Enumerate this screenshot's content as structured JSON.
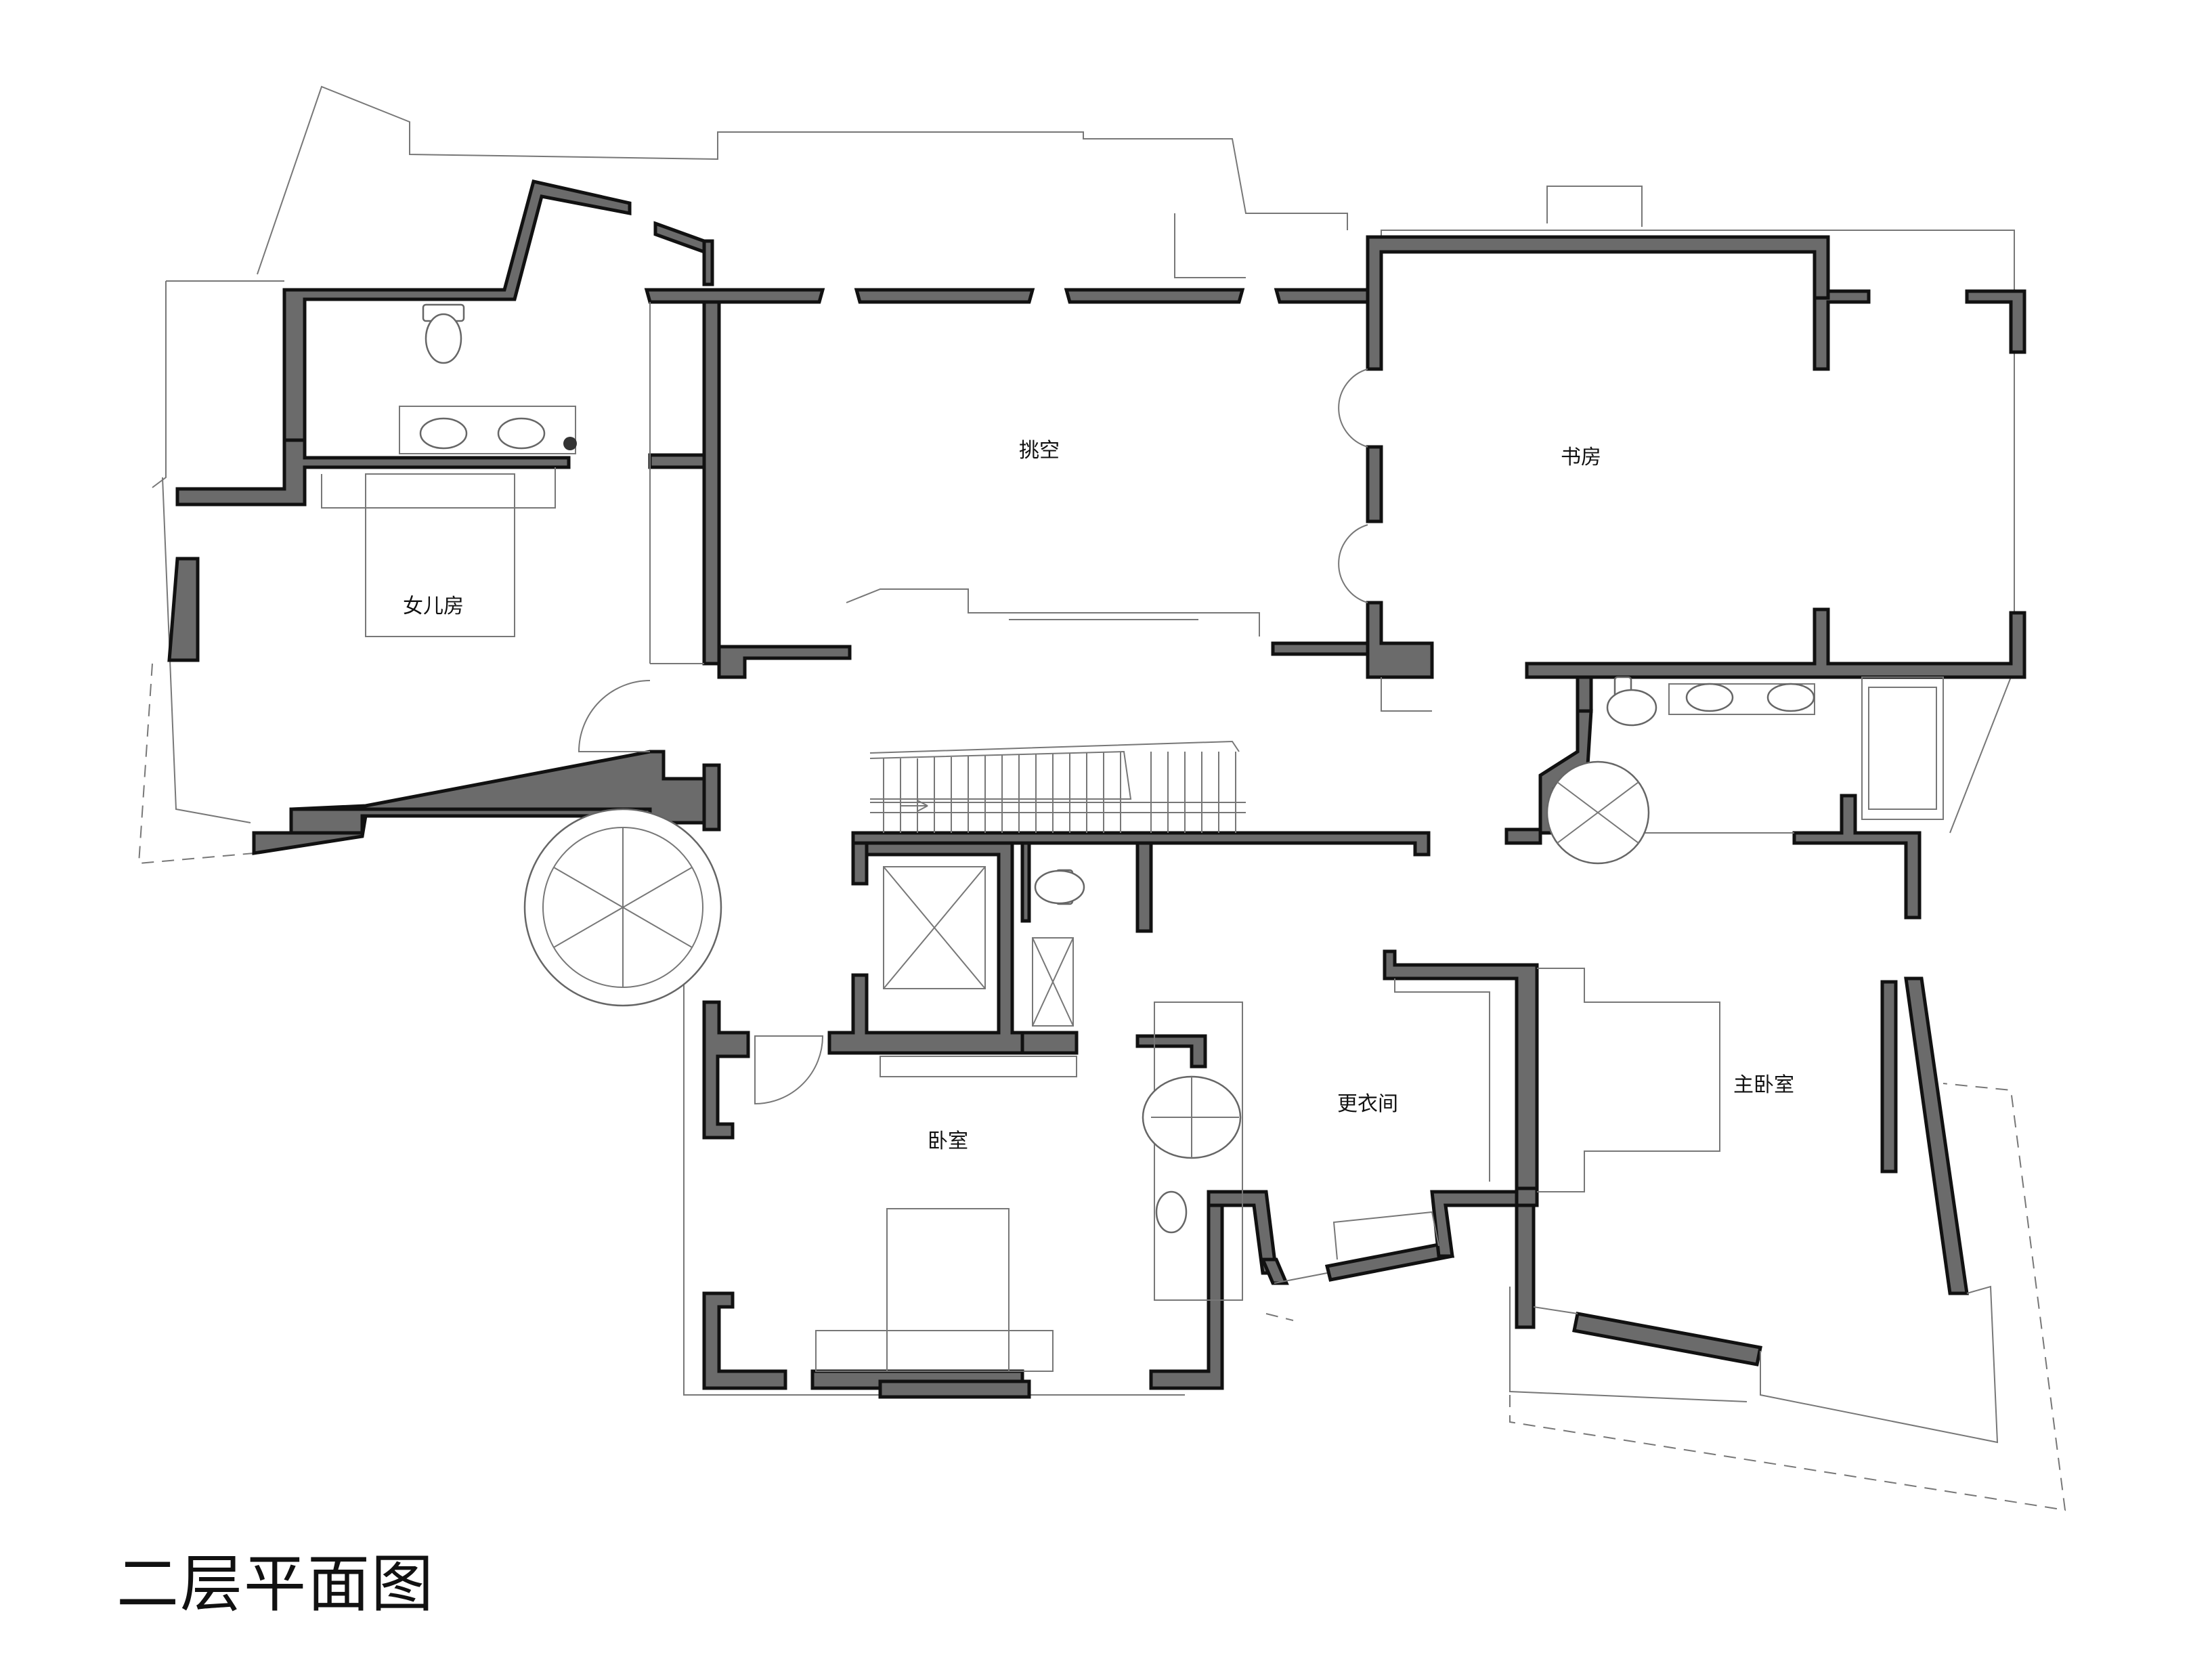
{
  "title": "二层平面图",
  "rooms": {
    "daughter_room": "女儿房",
    "void": "挑空",
    "study": "书房",
    "bedroom": "卧室",
    "dressing_room": "更衣间",
    "master_bedroom": "主卧室"
  },
  "colors": {
    "wall_fill": "#6b6b6b",
    "wall_outline": "#111111",
    "thin_line": "#777777",
    "background": "#ffffff"
  }
}
